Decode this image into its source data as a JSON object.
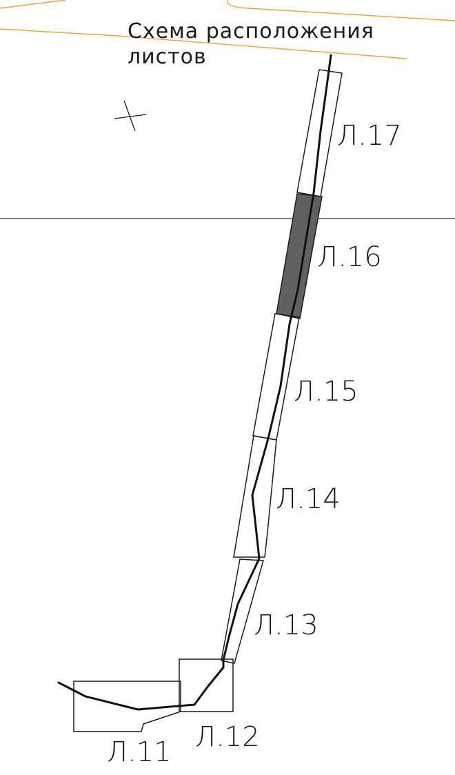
{
  "title": {
    "line1": "Схема расположения",
    "line2": "листов"
  },
  "colors": {
    "road_lines": "#f0a030",
    "active_sheet": "#616161",
    "frame": "#1a1a1a"
  },
  "sheets": [
    {
      "id": "11",
      "label": "Л.11",
      "active": false
    },
    {
      "id": "12",
      "label": "Л.12",
      "active": false
    },
    {
      "id": "13",
      "label": "Л.13",
      "active": false
    },
    {
      "id": "14",
      "label": "Л.14",
      "active": false
    },
    {
      "id": "15",
      "label": "Л.15",
      "active": false
    },
    {
      "id": "16",
      "label": "Л.16",
      "active": true
    },
    {
      "id": "17",
      "label": "Л.17",
      "active": false
    }
  ]
}
